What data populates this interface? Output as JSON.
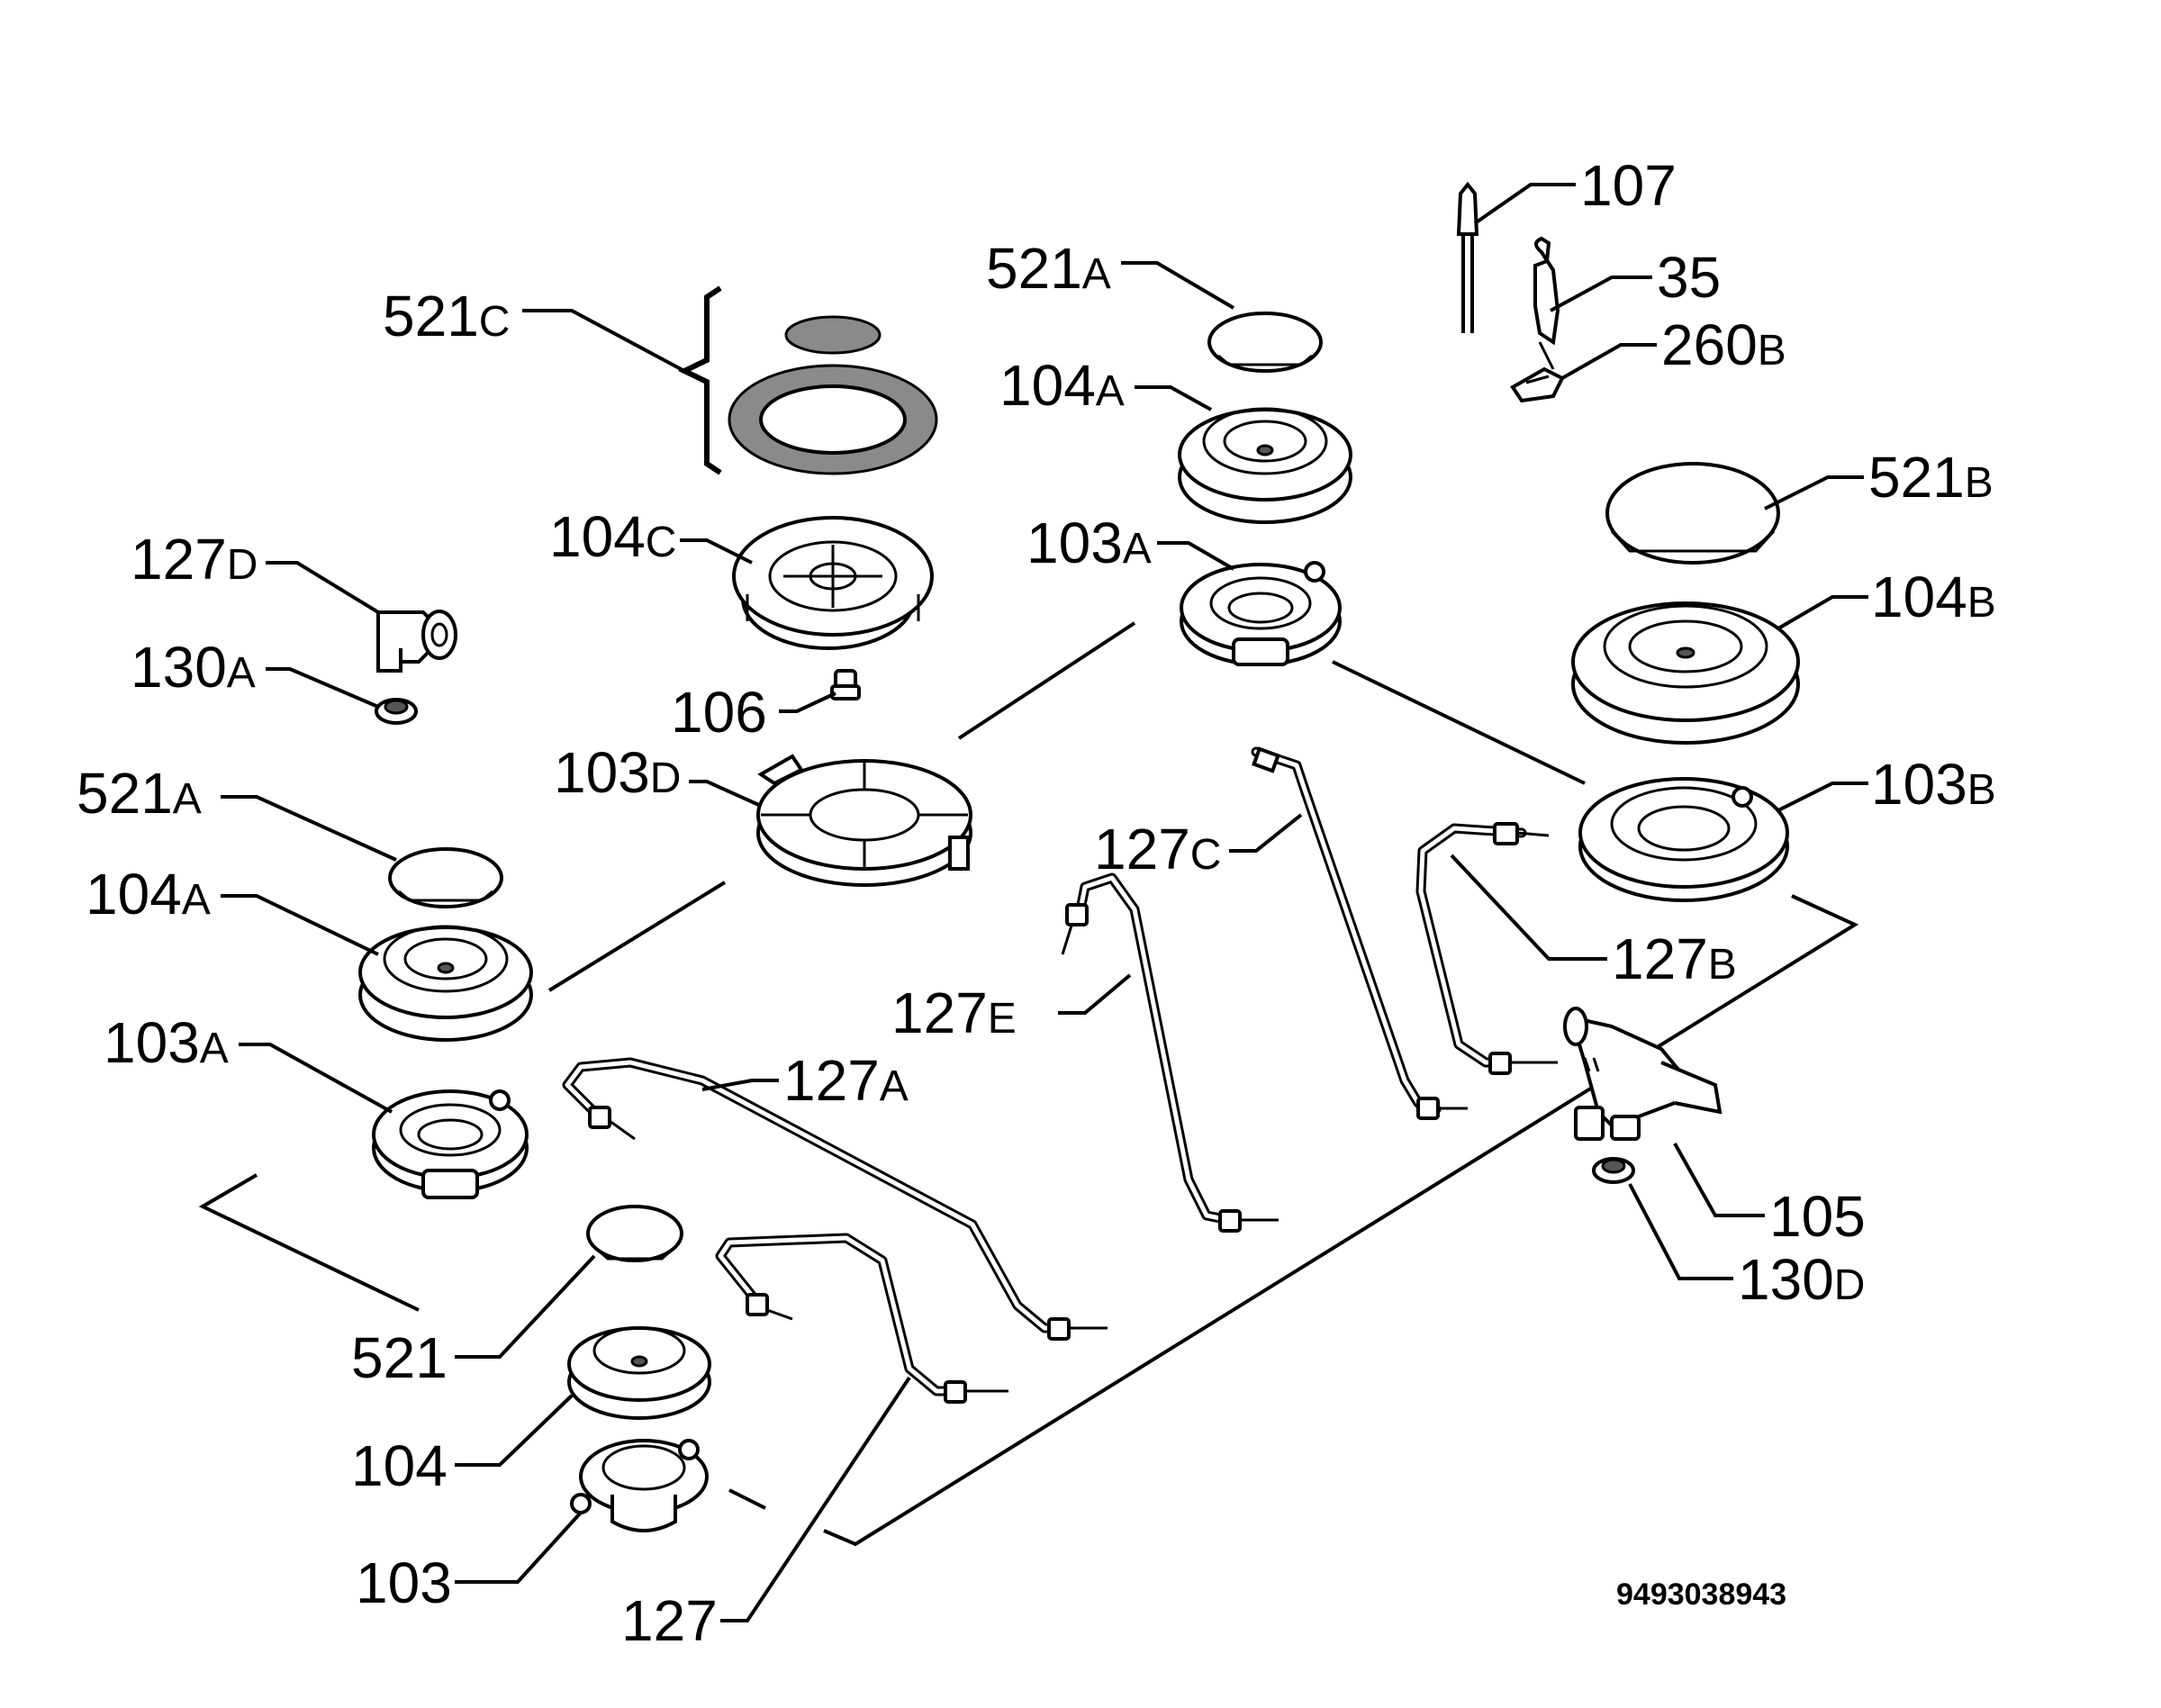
{
  "diagram": {
    "drawing_number": "9493038943",
    "labels": [
      {
        "num": "521",
        "suffix": "C"
      },
      {
        "num": "104",
        "suffix": "C"
      },
      {
        "num": "127",
        "suffix": "D"
      },
      {
        "num": "130",
        "suffix": "A"
      },
      {
        "num": "106",
        "suffix": ""
      },
      {
        "num": "103",
        "suffix": "D"
      },
      {
        "num": "521",
        "suffix": "A"
      },
      {
        "num": "104",
        "suffix": "A"
      },
      {
        "num": "103",
        "suffix": "A"
      },
      {
        "num": "521",
        "suffix": "A"
      },
      {
        "num": "104",
        "suffix": "A"
      },
      {
        "num": "103",
        "suffix": "A"
      },
      {
        "num": "107",
        "suffix": ""
      },
      {
        "num": "35",
        "suffix": ""
      },
      {
        "num": "260",
        "suffix": "B"
      },
      {
        "num": "521",
        "suffix": "B"
      },
      {
        "num": "104",
        "suffix": "B"
      },
      {
        "num": "103",
        "suffix": "B"
      },
      {
        "num": "127",
        "suffix": "C"
      },
      {
        "num": "127",
        "suffix": "B"
      },
      {
        "num": "127",
        "suffix": "E"
      },
      {
        "num": "127",
        "suffix": "A"
      },
      {
        "num": "105",
        "suffix": ""
      },
      {
        "num": "130",
        "suffix": "D"
      },
      {
        "num": "521",
        "suffix": ""
      },
      {
        "num": "104",
        "suffix": ""
      },
      {
        "num": "103",
        "suffix": ""
      },
      {
        "num": "127",
        "suffix": ""
      }
    ]
  }
}
